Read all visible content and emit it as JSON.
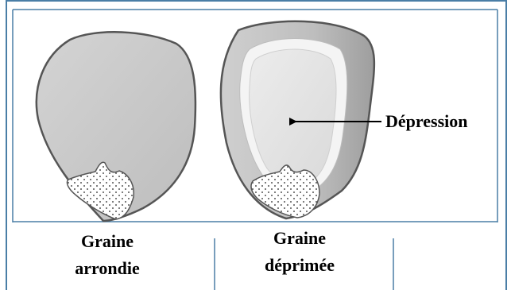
{
  "seeds": {
    "round": {
      "line1": "Graine",
      "line2": "arrondie"
    },
    "depressed": {
      "line1": "Graine",
      "line2": "déprimée"
    }
  },
  "annotation": {
    "label": "Dépression"
  },
  "colors": {
    "frame_border": "#4a7ea6",
    "seed_fill": "#c8c8c8",
    "seed_outline": "#555555",
    "depression_fill": "#e6e6e6",
    "depression_rim": "#f2f2f2",
    "hilum_fill": "#ffffff",
    "arrow": "#000000"
  }
}
